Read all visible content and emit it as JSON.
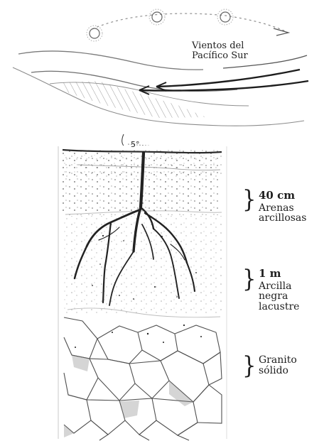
{
  "annotations": {
    "wind_label_line1": "Vientos del",
    "wind_label_line2": "Pacífico Sur",
    "angle_label": "5°"
  },
  "layers": [
    {
      "depth": "40 cm",
      "name_line1": "Arenas",
      "name_line2": "arcillosas"
    },
    {
      "depth": "1 m",
      "name_line1": "Arcilla negra",
      "name_line2": "lacustre"
    },
    {
      "depth": "",
      "name_line1": "Granito",
      "name_line2": "sólido"
    }
  ],
  "icons": {
    "sun": "sun-icon",
    "wind_arrow": "wind-arrow-icon",
    "brace": "curly-brace-icon",
    "root": "root-icon"
  },
  "colors": {
    "ink": "#1a1a1a",
    "pencil": "#3a3a3a",
    "light_pencil": "#8f8f8f",
    "paper": "#ffffff"
  }
}
